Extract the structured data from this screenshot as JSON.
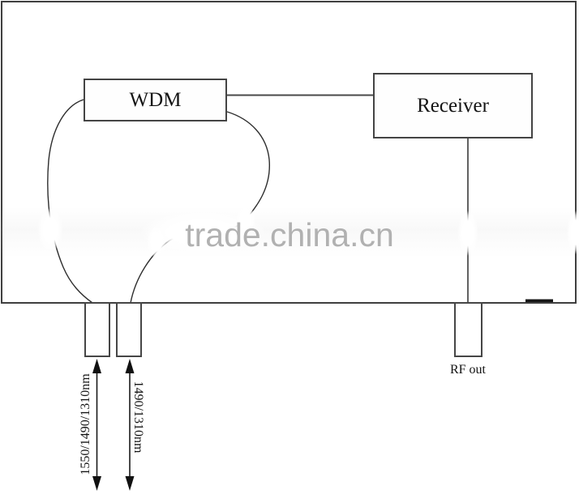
{
  "watermark": {
    "text": "trade.china.cn",
    "color": "#b1b1b1"
  },
  "blocks": {
    "wdm": {
      "label": "WDM"
    },
    "receiver": {
      "label": "Receiver"
    }
  },
  "labels": {
    "left_fiber": "1550/1490/1310nm",
    "right_fiber": "1490/1310nm",
    "rf_out": "RF out"
  },
  "colors": {
    "line": "#2e2e2e",
    "box_border": "#444444",
    "text": "#141414",
    "watermark": "#b1b1b1"
  }
}
